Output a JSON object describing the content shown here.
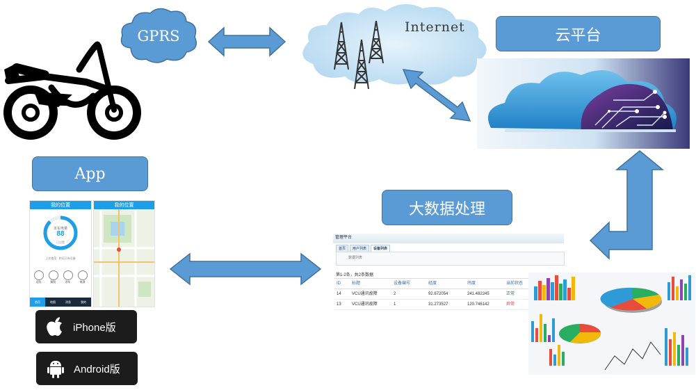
{
  "gprs_label": "GPRS",
  "internet_label": "Internet",
  "cloud_platform_label": "云平台",
  "app_label": "App",
  "big_data_label": "大数据处理",
  "iphone_label": "iPhone版",
  "android_label": "Android版",
  "phone1": {
    "title": "我的位置",
    "gauge_caption": "本车电量",
    "gauge_value": "88",
    "gauge_sub": "已设置",
    "info_text": "上次使用 · 附近已有设备",
    "actions": [
      "设防",
      "解防",
      "寻车",
      "电源"
    ],
    "nav": [
      "首页",
      "地图",
      "消息",
      "我的"
    ]
  },
  "phone2": {
    "title": "我的位置"
  },
  "mgmt": {
    "title": "管理平台",
    "tabs": [
      "首页",
      "用户列表",
      "设备列表"
    ],
    "subtitle": "数据列表",
    "summary": "第1-2条，共2条数据",
    "columns": [
      "ID",
      "标题",
      "设备编号",
      "经度",
      "纬度",
      "当前状态"
    ],
    "rows": [
      [
        "14",
        "VCU通讯故障",
        "2",
        "92.672054",
        "241.482245",
        "正常"
      ],
      [
        "13",
        "VCU通讯故障",
        "1",
        "31.273527",
        "120.746142",
        "异常"
      ]
    ]
  },
  "colors": {
    "box_fill": "#5b9bd5",
    "box_border": "#41719c",
    "cloud_fill": "#9dc3e6"
  }
}
